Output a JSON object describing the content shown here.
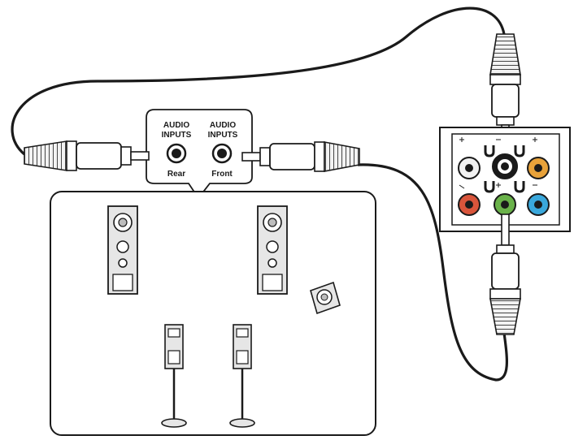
{
  "callout": {
    "left_title_1": "AUDIO",
    "left_title_2": "INPUTS",
    "left_sub": "Rear",
    "right_title_1": "AUDIO",
    "right_title_2": "INPUTS",
    "right_sub": "Front"
  },
  "colors": {
    "jack_lightblue": "#3aa8dc",
    "jack_green": "#6ab24a",
    "jack_red": "#d9553b",
    "jack_orange": "#e8a23a",
    "jack_black": "#1a1a1a",
    "jack_white": "#f2f2f2",
    "line": "#1a1a1a",
    "speaker_gray": "#e6e6e6"
  },
  "icons": [
    "rca-plug",
    "speaker-tower",
    "subwoofer",
    "satellite-speaker-on-stand",
    "audio-jack"
  ]
}
